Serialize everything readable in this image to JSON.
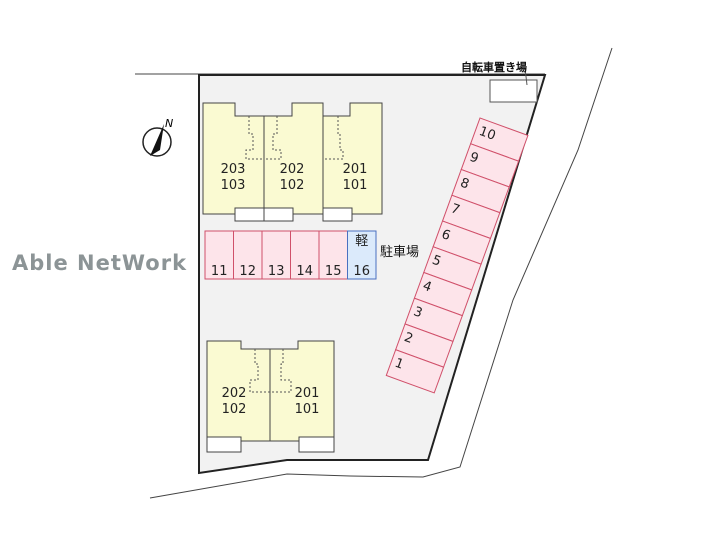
{
  "watermark": "Able NetWork",
  "compass": {
    "label": "N"
  },
  "bicycle_parking": {
    "label": "自転車置き場"
  },
  "parking": {
    "label": "駐車場",
    "kei_label": "軽",
    "row_spots": [
      "11",
      "12",
      "13",
      "14",
      "15",
      "16"
    ],
    "diagonal_spots": [
      "10",
      "9",
      "8",
      "7",
      "6",
      "5",
      "4",
      "3",
      "2",
      "1"
    ]
  },
  "building_north": {
    "units": [
      {
        "upper": "203",
        "lower": "103"
      },
      {
        "upper": "202",
        "lower": "102"
      },
      {
        "upper": "201",
        "lower": "101"
      }
    ]
  },
  "building_south": {
    "units": [
      {
        "upper": "202",
        "lower": "102"
      },
      {
        "upper": "201",
        "lower": "101"
      }
    ]
  },
  "colors": {
    "building": "#fafad2",
    "parking": "#fde4ea",
    "parking_border": "#d0506a",
    "kei": "#dbeafb",
    "kei_border": "#4a70c0",
    "lot": "#f2f2f2"
  }
}
